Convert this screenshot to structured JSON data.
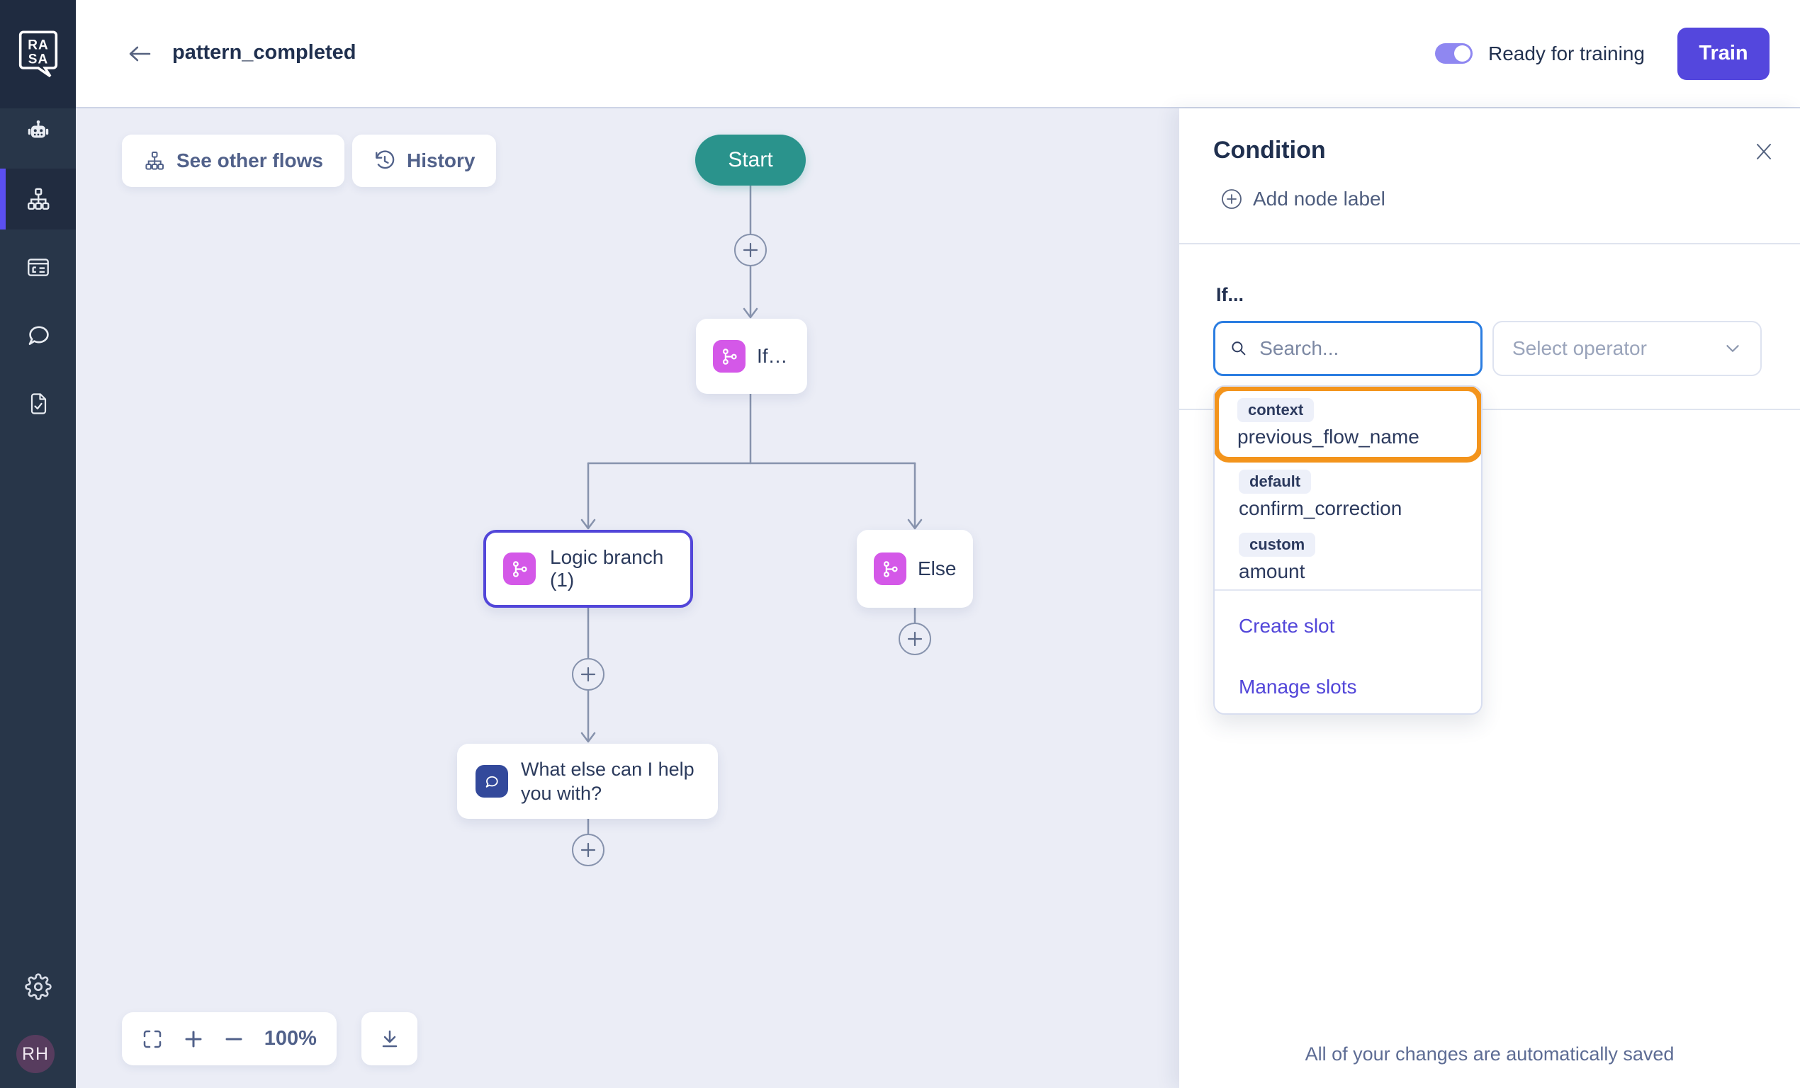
{
  "app": {
    "logo_line1": "RA",
    "logo_line2": "SA",
    "avatar_initials": "RH"
  },
  "header": {
    "title": "pattern_completed",
    "toggle_label": "Ready for training",
    "toggle_on": true,
    "train_button": "Train"
  },
  "canvas": {
    "see_other_flows": "See other flows",
    "history": "History",
    "zoom_level": "100%",
    "nodes": {
      "start": "Start",
      "if_node": "If…",
      "logic_branch": "Logic branch (1)",
      "else_node": "Else",
      "message": "What else can I help you with?"
    }
  },
  "panel": {
    "title": "Condition",
    "add_node_label": "Add node label",
    "if_label": "If...",
    "search_placeholder": "Search...",
    "operator_placeholder": "Select operator",
    "slot_options": [
      {
        "badge": "context",
        "name": "previous_flow_name",
        "highlighted": true
      },
      {
        "badge": "default",
        "name": "confirm_correction",
        "highlighted": false
      },
      {
        "badge": "custom",
        "name": "amount",
        "highlighted": false
      }
    ],
    "create_slot": "Create slot",
    "manage_slots": "Manage slots",
    "footer": "All of your changes are automatically saved"
  },
  "colors": {
    "accent_indigo": "#5246d9",
    "train_button": "#5447dd",
    "toggle_track": "#8f87f1",
    "highlight_orange": "#f3941c",
    "start_teal": "#2a938c",
    "branch_magenta": "#d458e8",
    "message_blue": "#33499b",
    "search_border": "#2b7de1",
    "sidebar_bg": "#283649",
    "canvas_bg": "#ebedf6"
  }
}
